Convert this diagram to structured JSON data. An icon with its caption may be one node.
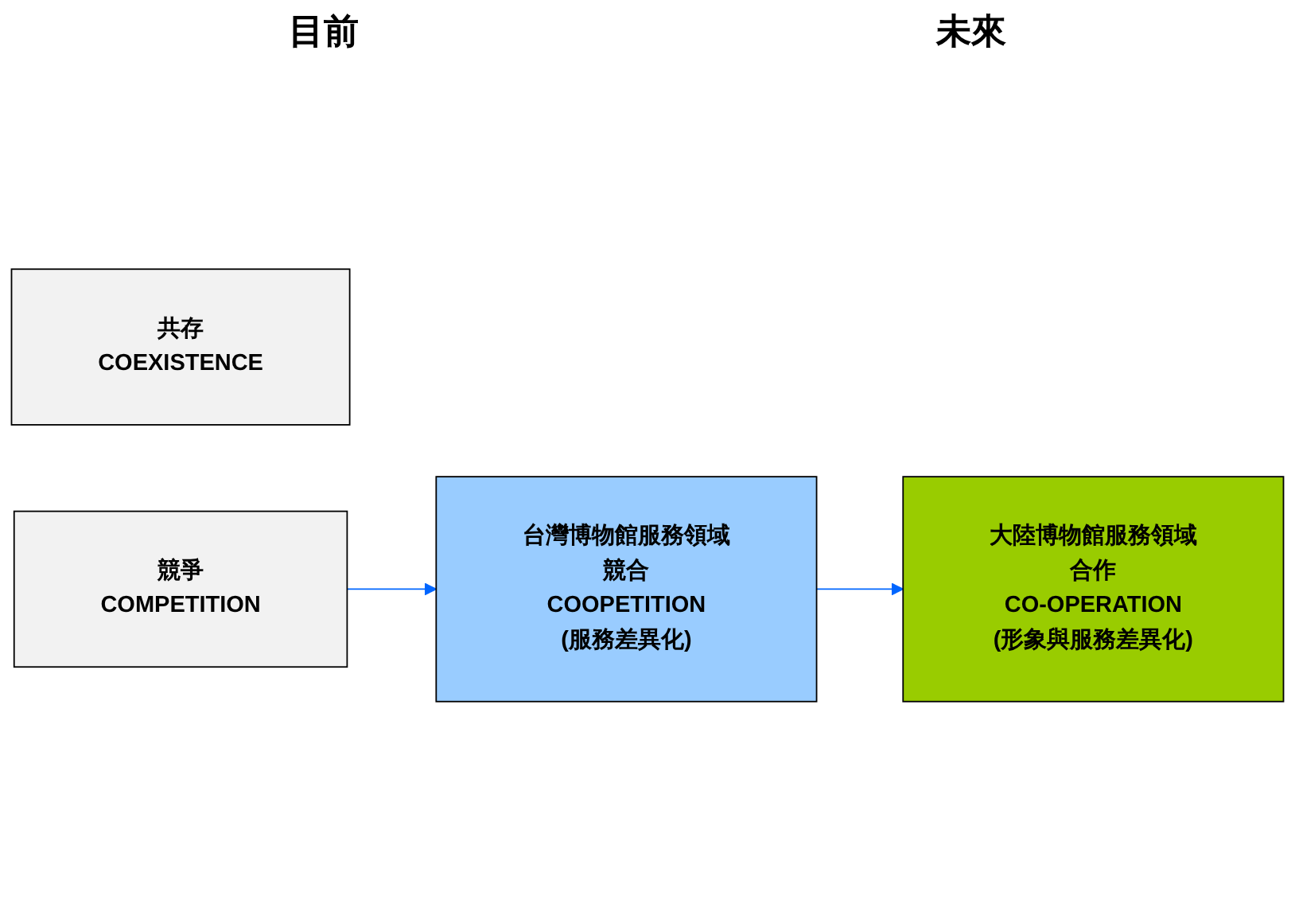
{
  "diagram": {
    "nodes": [
      {
        "text": [
          "共存",
          "COEXISTENCE"
        ]
      },
      {
        "text": [
          "大陸博物館服務領域",
          "合作",
          "CO-OPERATION",
          "(形象與服務差異化)"
        ]
      },
      {
        "text": [
          "競爭",
          "COMPETITION"
        ]
      },
      {
        "text": [
          "台灣博物館服務領域",
          "競合",
          "COOPETITION",
          "(服務差異化)"
        ]
      }
    ],
    "edges": [
      {
        "from": 2,
        "to": 3,
        "arrow": "to"
      },
      {
        "from": 3,
        "to": 1,
        "arrow": "to"
      }
    ],
    "labels": [
      "目前",
      "未來"
    ]
  }
}
